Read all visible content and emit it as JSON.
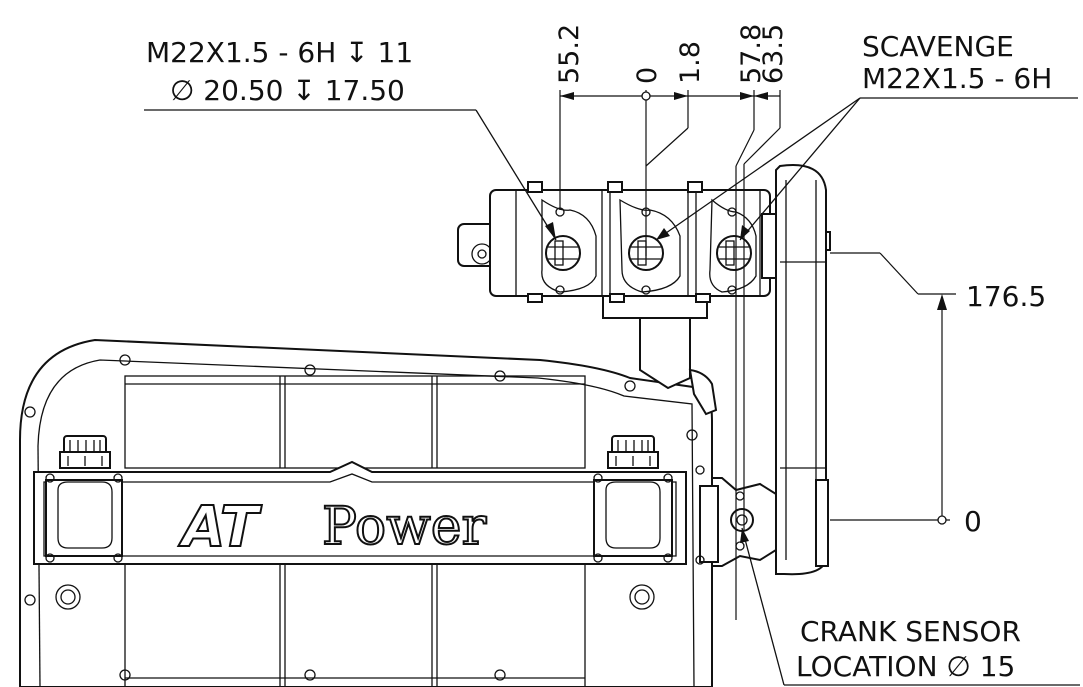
{
  "callouts": {
    "port_thread_line1": "M22X1.5 - 6H ↧ 11",
    "port_thread_line2": "∅ 20.50 ↧ 17.50",
    "scavenge_title": "SCAVENGE",
    "scavenge_thread": "M22X1.5 - 6H",
    "crank_line1": "CRANK SENSOR",
    "crank_line2": "LOCATION ∅ 15"
  },
  "horizontal_dimensions": {
    "d1": "55.2",
    "d2": "0",
    "d3": "1.8",
    "d4": "57.8",
    "d5": "63.5"
  },
  "vertical_dimensions": {
    "top": "176.5",
    "bottom": "0"
  },
  "logo": {
    "mark": "AT",
    "word": "Power"
  },
  "colors": {
    "line": "#111111",
    "background": "#ffffff"
  }
}
